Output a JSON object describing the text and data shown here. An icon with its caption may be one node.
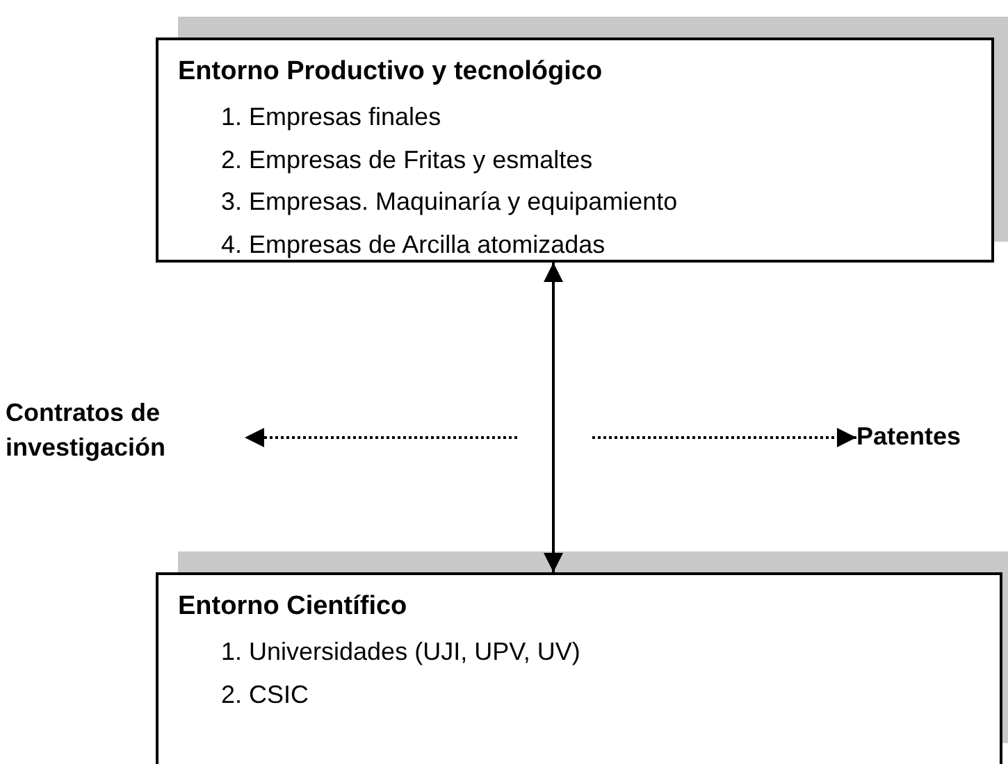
{
  "diagram": {
    "nodes": [
      {
        "text": [
          "Entorno Productivo y tecnológico",
          "1. Empresas finales",
          "2. Empresas de Fritas y esmaltes",
          "3. Empresas. Maquinaría y equipamiento",
          "4. Empresas de Arcilla atomizadas"
        ]
      },
      {
        "text": [
          "Entorno Científico",
          "1. Universidades (UJI, UPV, UV)",
          "2. CSIC"
        ]
      },
      {
        "text": [
          "Contratos de investigación"
        ]
      },
      {
        "text": [
          "Patentes"
        ]
      }
    ],
    "edges": [
      {
        "from": 0,
        "to": 1,
        "arrow": "both"
      },
      {
        "from": null,
        "to": 2,
        "arrow": "to",
        "style": "dashed"
      },
      {
        "from": null,
        "to": 3,
        "arrow": "to",
        "style": "dashed"
      }
    ]
  }
}
